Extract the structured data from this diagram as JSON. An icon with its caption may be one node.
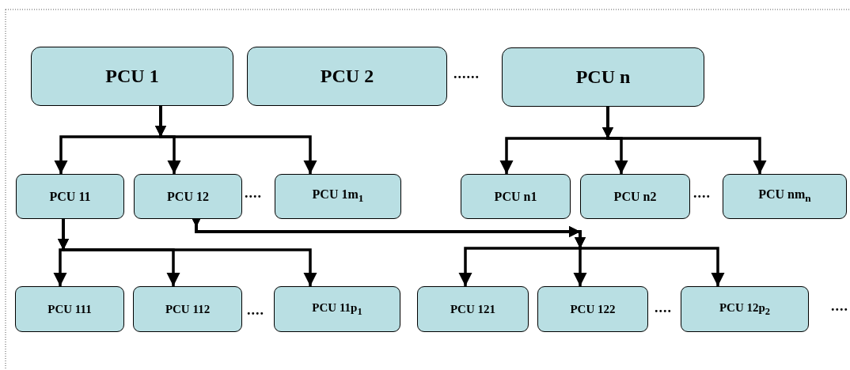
{
  "diagram": {
    "nodes": [
      {
        "text": [
          "PCU 1"
        ]
      },
      {
        "text": [
          "PCU 2"
        ]
      },
      {
        "text": [
          "PCU n"
        ]
      },
      {
        "text": [
          "PCU 11"
        ]
      },
      {
        "text": [
          "PCU 12"
        ]
      },
      {
        "text": [
          "PCU 1m$_{1}$"
        ]
      },
      {
        "text": [
          "PCU n1"
        ]
      },
      {
        "text": [
          "PCU n2"
        ]
      },
      {
        "text": [
          "PCU nm$_{n}$"
        ]
      },
      {
        "text": [
          "PCU 111"
        ]
      },
      {
        "text": [
          "PCU 112"
        ]
      },
      {
        "text": [
          "PCU 11p$_{1}$"
        ]
      },
      {
        "text": [
          "PCU 121"
        ]
      },
      {
        "text": [
          "PCU 122"
        ]
      },
      {
        "text": [
          "PCU 12p$_{2}$"
        ]
      }
    ],
    "edges": [
      {
        "from": 0,
        "to": 3,
        "arrow": "to"
      },
      {
        "from": 0,
        "to": 4,
        "arrow": "to"
      },
      {
        "from": 0,
        "to": 5,
        "arrow": "to"
      },
      {
        "from": 2,
        "to": 6,
        "arrow": "to"
      },
      {
        "from": 2,
        "to": 7,
        "arrow": "to"
      },
      {
        "from": 2,
        "to": 8,
        "arrow": "to"
      },
      {
        "from": 3,
        "to": 9,
        "arrow": "to"
      },
      {
        "from": 3,
        "to": 10,
        "arrow": "to"
      },
      {
        "from": 3,
        "to": 11,
        "arrow": "to"
      },
      {
        "from": 4,
        "to": 12,
        "arrow": "to"
      },
      {
        "from": 4,
        "to": 13,
        "arrow": "to"
      },
      {
        "from": 4,
        "to": 14,
        "arrow": "to"
      }
    ],
    "labels": [
      "......",
      "....",
      "....",
      "....",
      "....",
      "...."
    ]
  }
}
